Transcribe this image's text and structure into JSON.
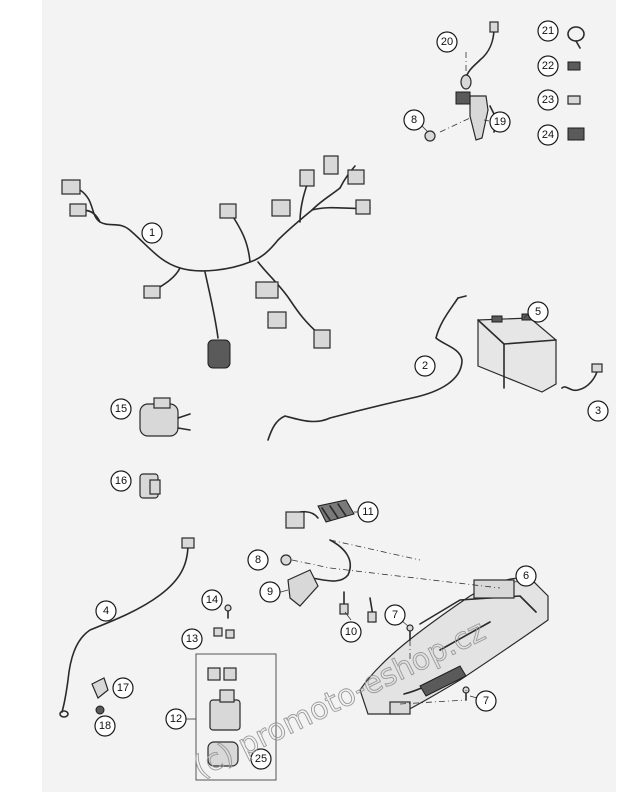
{
  "diagram": {
    "callouts": [
      {
        "id": "1",
        "label": "1"
      },
      {
        "id": "2",
        "label": "2"
      },
      {
        "id": "3",
        "label": "3"
      },
      {
        "id": "4",
        "label": "4"
      },
      {
        "id": "5",
        "label": "5"
      },
      {
        "id": "6",
        "label": "6"
      },
      {
        "id": "7a",
        "label": "7"
      },
      {
        "id": "7b",
        "label": "7"
      },
      {
        "id": "8a",
        "label": "8"
      },
      {
        "id": "8b",
        "label": "8"
      },
      {
        "id": "9",
        "label": "9"
      },
      {
        "id": "10",
        "label": "10"
      },
      {
        "id": "11",
        "label": "11"
      },
      {
        "id": "12",
        "label": "12"
      },
      {
        "id": "13",
        "label": "13"
      },
      {
        "id": "14",
        "label": "14"
      },
      {
        "id": "15",
        "label": "15"
      },
      {
        "id": "16",
        "label": "16"
      },
      {
        "id": "17",
        "label": "17"
      },
      {
        "id": "18",
        "label": "18"
      },
      {
        "id": "19",
        "label": "19"
      },
      {
        "id": "20",
        "label": "20"
      },
      {
        "id": "21",
        "label": "21"
      },
      {
        "id": "22",
        "label": "22"
      },
      {
        "id": "23",
        "label": "23"
      },
      {
        "id": "24",
        "label": "24"
      },
      {
        "id": "25",
        "label": "25"
      }
    ],
    "watermark": "(c) promoto-eshop.cz"
  }
}
